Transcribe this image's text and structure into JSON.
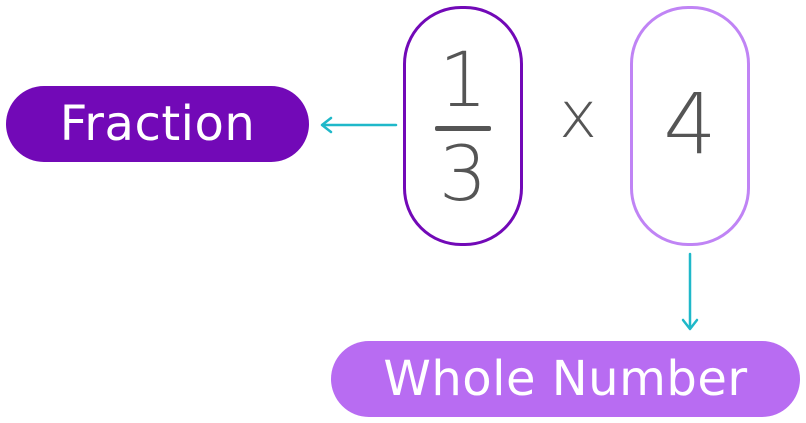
{
  "labels": {
    "fraction": "Fraction",
    "whole_number": "Whole Number"
  },
  "expression": {
    "numerator": "1",
    "denominator": "3",
    "operator": "x",
    "whole": "4"
  },
  "colors": {
    "fraction_purple": "#7209b7",
    "whole_purple": "#b86cf2",
    "whole_outline": "#c084f5",
    "arrow_teal": "#1fb8c9",
    "digit_gray": "#555555"
  }
}
